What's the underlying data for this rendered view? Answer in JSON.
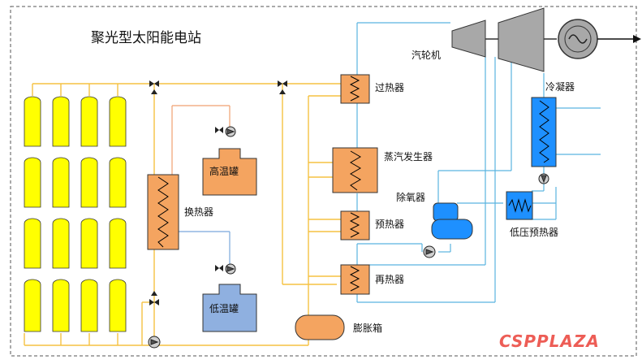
{
  "title": "聚光型太阳能电站",
  "labels": {
    "turbine": "汽轮机",
    "condenser": "冷凝器",
    "superheater": "过热器",
    "steam_generator": "蒸汽发生器",
    "preheater": "预热器",
    "reheater": "再热器",
    "deaerator": "除氧器",
    "lp_preheater": "低压预热器",
    "heat_exchanger": "换热器",
    "hot_tank": "高温罐",
    "cold_tank": "低温罐",
    "expansion_tank": "膨胀箱"
  },
  "watermark": "CSPPLAZA",
  "colors": {
    "oil_line": "#f5c242",
    "water_line": "#5ab4e0",
    "salt_line": "#f0a070",
    "cold_salt_line": "#7aa8dc",
    "exchanger_fill": "#f4a460",
    "collector_fill": "#ffff00",
    "turbine_fill": "#a8a8a8",
    "cold_tank_fill": "#8fb0e0",
    "condenser_fill": "#1e90ff",
    "deaerator_fill": "#1e90ff",
    "watermark_red": "#e8281e",
    "watermark_blue": "#1e6fd8"
  }
}
